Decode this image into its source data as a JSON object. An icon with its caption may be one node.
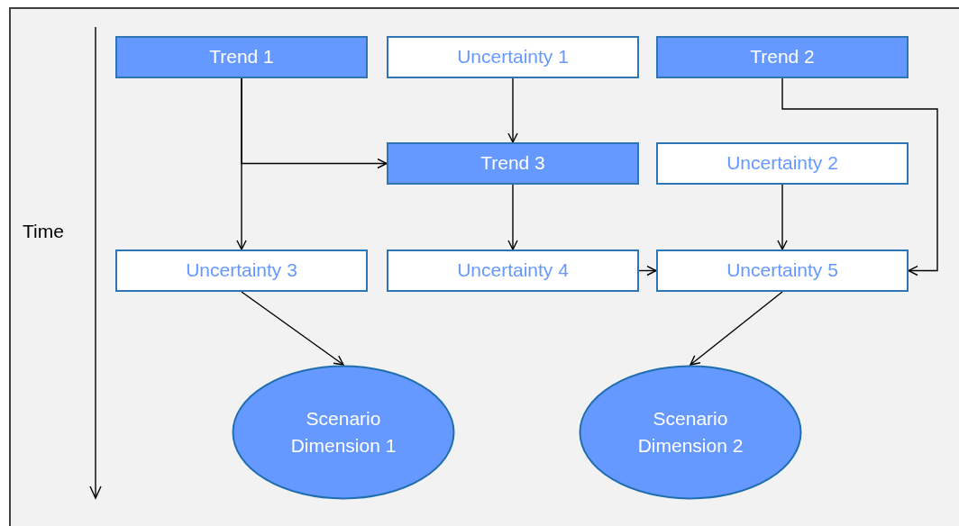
{
  "diagram": {
    "nodes": [
      {
        "text": [
          "Trend 1"
        ]
      },
      {
        "text": [
          "Uncertainty 1"
        ]
      },
      {
        "text": [
          "Trend 2"
        ]
      },
      {
        "text": [
          "Trend 3"
        ]
      },
      {
        "text": [
          "Uncertainty 2"
        ]
      },
      {
        "text": [
          "Uncertainty 3"
        ]
      },
      {
        "text": [
          "Uncertainty 4"
        ]
      },
      {
        "text": [
          "Uncertainty 5"
        ]
      },
      {
        "text": [
          "Scenario Dimension 1"
        ]
      },
      {
        "text": [
          "Scenario Dimension 2"
        ]
      }
    ],
    "edges": [
      {
        "from": 0,
        "to": 5,
        "arrow": "to"
      },
      {
        "from": 0,
        "to": 3,
        "arrow": "to"
      },
      {
        "from": 1,
        "to": 3,
        "arrow": "to"
      },
      {
        "from": 3,
        "to": 6,
        "arrow": "to"
      },
      {
        "from": 4,
        "to": 7,
        "arrow": "to"
      },
      {
        "from": 2,
        "to": 7,
        "arrow": "to"
      },
      {
        "from": 6,
        "to": 7,
        "arrow": "to"
      },
      {
        "from": 5,
        "to": 8,
        "arrow": "to"
      },
      {
        "from": 7,
        "to": 9,
        "arrow": "to"
      }
    ],
    "labels": [
      "Time"
    ]
  }
}
